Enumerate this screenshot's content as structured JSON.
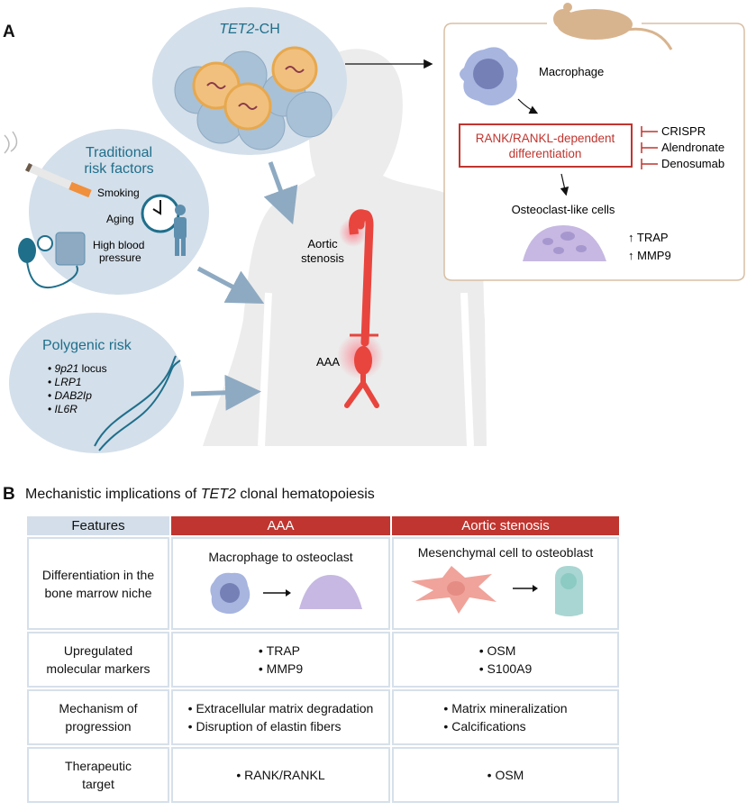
{
  "panel_a": {
    "label": "A",
    "tet2_ch": {
      "gene": "TET2",
      "suffix": "-CH"
    },
    "traditional_risk_factors": {
      "title_line1": "Traditional",
      "title_line2": "risk factors",
      "items": [
        "Smoking",
        "Aging",
        "High blood",
        "pressure"
      ]
    },
    "polygenic_risk": {
      "title": "Polygenic risk",
      "items": [
        {
          "italic": "9p21",
          "plain": " locus"
        },
        {
          "italic": "LRP1",
          "plain": ""
        },
        {
          "italic": "DAB2Ip",
          "plain": ""
        },
        {
          "italic": "IL6R",
          "plain": ""
        }
      ]
    },
    "body_labels": {
      "aortic_line1": "Aortic",
      "aortic_line2": "stenosis",
      "aaa": "AAA"
    },
    "mouse_box": {
      "macrophage": "Macrophage",
      "pathway_line1": "RANK/RANKL-dependent",
      "pathway_line2": "differentiation",
      "inhibitors": [
        "CRISPR",
        "Alendronate",
        "Denosumab"
      ],
      "osteoclast": "Osteoclast-like cells",
      "markers": [
        "↑ TRAP",
        "↑ MMP9"
      ]
    },
    "icons": [
      "cell-cluster-icon",
      "cigarette-icon",
      "clock-icon",
      "person-icon",
      "blood-pressure-cuff-icon",
      "dna-helix-icon",
      "mouse-icon",
      "macrophage-icon",
      "osteoclast-icon",
      "aorta-icon",
      "human-silhouette-icon"
    ]
  },
  "colors": {
    "accent_red": "#c0352f",
    "teal": "#1f6f8b",
    "bubble": "#d3dfea",
    "box_border": "#d8bfa3"
  },
  "panel_b": {
    "label": "B",
    "title_pre": "Mechanistic implications of ",
    "title_gene": "TET2",
    "title_post": " clonal hematopoiesis",
    "headers": [
      "Features",
      "AAA",
      "Aortic stenosis"
    ],
    "rows": [
      {
        "feature": [
          "Differentiation in the",
          "bone marrow niche"
        ],
        "aaa": "Macrophage to osteoclast",
        "as": "Mesenchymal cell to osteoblast"
      },
      {
        "feature": [
          "Upregulated",
          "molecular markers"
        ],
        "aaa": [
          "TRAP",
          "MMP9"
        ],
        "as": [
          "OSM",
          "S100A9"
        ]
      },
      {
        "feature": [
          "Mechanism of",
          "progression"
        ],
        "aaa": [
          "Extracellular matrix degradation",
          "Disruption of elastin fibers"
        ],
        "as": [
          "Matrix mineralization",
          "Calcifications"
        ]
      },
      {
        "feature": [
          "Therapeutic",
          "target"
        ],
        "aaa": [
          "RANK/RANKL"
        ],
        "as": [
          "OSM"
        ]
      }
    ]
  }
}
